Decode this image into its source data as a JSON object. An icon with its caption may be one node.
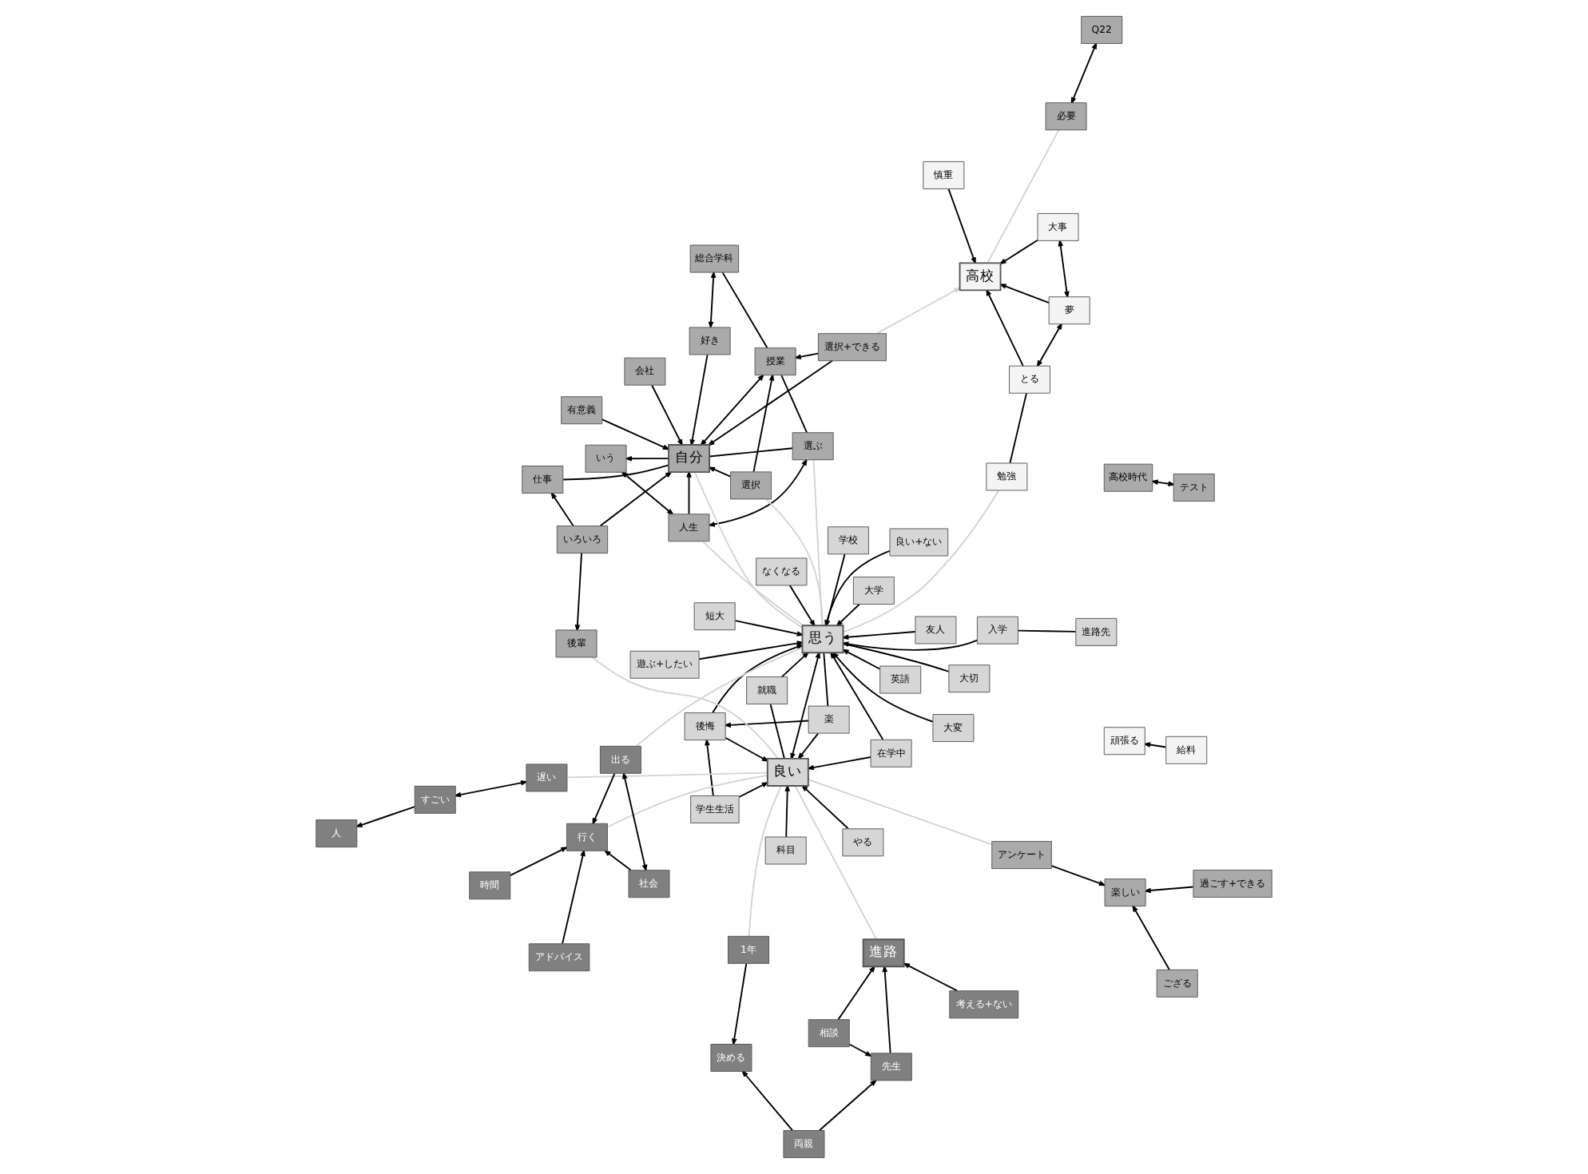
{
  "diagram": {
    "nodes": [
      {
        "text": [
          "遊ぶ+したい"
        ]
      },
      {
        "text": [
          "進路先"
        ]
      },
      {
        "text": [
          "在学中"
        ]
      },
      {
        "text": [
          "入学"
        ]
      },
      {
        "text": [
          "大学"
        ]
      },
      {
        "text": [
          "就職"
        ]
      },
      {
        "text": [
          "相談"
        ]
      },
      {
        "text": [
          "考える+ない"
        ]
      },
      {
        "text": [
          "科目"
        ]
      },
      {
        "text": [
          "英語"
        ]
      },
      {
        "text": [
          "先生"
        ]
      },
      {
        "text": [
          "思う"
        ]
      },
      {
        "text": [
          "友人"
        ]
      },
      {
        "text": [
          "両親"
        ]
      },
      {
        "text": [
          "学生生活"
        ]
      },
      {
        "text": [
          "良い"
        ]
      },
      {
        "text": [
          "大変"
        ]
      },
      {
        "text": [
          "1年"
        ]
      },
      {
        "text": [
          "頑張る"
        ]
      },
      {
        "text": [
          "人"
        ]
      },
      {
        "text": [
          "進路"
        ]
      },
      {
        "text": [
          "短大"
        ]
      },
      {
        "text": [
          "後悔"
        ]
      },
      {
        "text": [
          "なくなる"
        ]
      },
      {
        "text": [
          "やる"
        ]
      },
      {
        "text": [
          "遅い"
        ]
      },
      {
        "text": [
          "決める"
        ]
      },
      {
        "text": [
          "良い+ない"
        ]
      },
      {
        "text": [
          "給料"
        ]
      },
      {
        "text": [
          "すごい"
        ]
      },
      {
        "text": [
          "アンケート"
        ]
      },
      {
        "text": [
          "大切"
        ]
      },
      {
        "text": [
          "楽"
        ]
      },
      {
        "text": [
          "学校"
        ]
      },
      {
        "text": [
          "アドバイス"
        ]
      },
      {
        "text": [
          "行く"
        ]
      },
      {
        "text": [
          "楽しい"
        ]
      },
      {
        "text": [
          "ござる"
        ]
      },
      {
        "text": [
          "高校時代"
        ]
      },
      {
        "text": [
          "選ぶ"
        ]
      },
      {
        "text": [
          "好き"
        ]
      },
      {
        "text": [
          "勉強"
        ]
      },
      {
        "text": [
          "時間"
        ]
      },
      {
        "text": [
          "人生"
        ]
      },
      {
        "text": [
          "いう"
        ]
      },
      {
        "text": [
          "有意義"
        ]
      },
      {
        "text": [
          "総合学科"
        ]
      },
      {
        "text": [
          "出る"
        ]
      },
      {
        "text": [
          "いろいろ"
        ]
      },
      {
        "text": [
          "過ごす+できる"
        ]
      },
      {
        "text": [
          "とる"
        ]
      },
      {
        "text": [
          "授業"
        ]
      },
      {
        "text": [
          "自分"
        ]
      },
      {
        "text": [
          "選択"
        ]
      },
      {
        "text": [
          "テスト"
        ]
      },
      {
        "text": [
          "社会"
        ]
      },
      {
        "text": [
          "夢"
        ]
      },
      {
        "text": [
          "後輩"
        ]
      },
      {
        "text": [
          "慎重"
        ]
      },
      {
        "text": [
          "仕事"
        ]
      },
      {
        "text": [
          "選択+できる"
        ]
      },
      {
        "text": [
          "高校"
        ]
      },
      {
        "text": [
          "必要"
        ]
      },
      {
        "text": [
          "大事"
        ]
      },
      {
        "text": [
          "会社"
        ]
      },
      {
        "text": [
          "Q22"
        ]
      }
    ],
    "edges": [
      {
        "from": 0,
        "to": 11,
        "arrow": "to"
      },
      {
        "from": 1,
        "to": 3,
        "arrow": "none"
      },
      {
        "from": 3,
        "to": 11,
        "arrow": "to"
      },
      {
        "from": 4,
        "to": 11,
        "arrow": "to"
      },
      {
        "from": 2,
        "to": 15,
        "arrow": "to"
      },
      {
        "from": 2,
        "to": 11,
        "arrow": "to"
      },
      {
        "from": 5,
        "to": 11,
        "arrow": "to"
      },
      {
        "from": 5,
        "to": 15,
        "arrow": "none"
      },
      {
        "from": 8,
        "to": 15,
        "arrow": "to"
      },
      {
        "from": 9,
        "to": 11,
        "arrow": "to"
      },
      {
        "from": 6,
        "to": 10,
        "arrow": "to"
      },
      {
        "from": 6,
        "to": 20,
        "arrow": "to"
      },
      {
        "from": 7,
        "to": 20,
        "arrow": "to"
      },
      {
        "from": 13,
        "to": 10,
        "arrow": "to"
      },
      {
        "from": 13,
        "to": 26,
        "arrow": "to"
      },
      {
        "from": 10,
        "to": 20,
        "arrow": "to"
      },
      {
        "from": 17,
        "to": 26,
        "arrow": "to"
      },
      {
        "from": 14,
        "to": 15,
        "arrow": "to"
      },
      {
        "from": 14,
        "to": 22,
        "arrow": "to"
      },
      {
        "from": 12,
        "to": 11,
        "arrow": "to"
      },
      {
        "from": 16,
        "to": 11,
        "arrow": "to"
      },
      {
        "from": 21,
        "to": 11,
        "arrow": "to"
      },
      {
        "from": 27,
        "to": 11,
        "arrow": "to"
      },
      {
        "from": 23,
        "to": 11,
        "arrow": "to"
      },
      {
        "from": 31,
        "to": 11,
        "arrow": "none"
      },
      {
        "from": 33,
        "to": 11,
        "arrow": "to"
      },
      {
        "from": 24,
        "to": 15,
        "arrow": "to"
      },
      {
        "from": 32,
        "to": 15,
        "arrow": "to"
      },
      {
        "from": 32,
        "to": 22,
        "arrow": "to"
      },
      {
        "from": 32,
        "to": 11,
        "arrow": "none"
      },
      {
        "from": 22,
        "to": 15,
        "arrow": "to"
      },
      {
        "from": 22,
        "to": 11,
        "arrow": "to"
      },
      {
        "from": 15,
        "to": 11,
        "arrow": "both"
      },
      {
        "from": 28,
        "to": 18,
        "arrow": "to"
      },
      {
        "from": 29,
        "to": 19,
        "arrow": "to"
      },
      {
        "from": 29,
        "to": 25,
        "arrow": "both"
      },
      {
        "from": 30,
        "to": 36,
        "arrow": "to"
      },
      {
        "from": 37,
        "to": 36,
        "arrow": "to"
      },
      {
        "from": 49,
        "to": 36,
        "arrow": "to"
      },
      {
        "from": 34,
        "to": 35,
        "arrow": "to"
      },
      {
        "from": 42,
        "to": 35,
        "arrow": "to"
      },
      {
        "from": 47,
        "to": 35,
        "arrow": "to"
      },
      {
        "from": 55,
        "to": 35,
        "arrow": "to"
      },
      {
        "from": 55,
        "to": 47,
        "arrow": "both"
      },
      {
        "from": 38,
        "to": 54,
        "arrow": "both"
      },
      {
        "from": 41,
        "to": 50,
        "arrow": "none"
      },
      {
        "from": 50,
        "to": 56,
        "arrow": "both"
      },
      {
        "from": 50,
        "to": 61,
        "arrow": "to"
      },
      {
        "from": 56,
        "to": 61,
        "arrow": "to"
      },
      {
        "from": 58,
        "to": 61,
        "arrow": "to"
      },
      {
        "from": 56,
        "to": 63,
        "arrow": "both"
      },
      {
        "from": 63,
        "to": 61,
        "arrow": "to"
      },
      {
        "from": 48,
        "to": 57,
        "arrow": "to"
      },
      {
        "from": 48,
        "to": 52,
        "arrow": "to"
      },
      {
        "from": 48,
        "to": 59,
        "arrow": "to"
      },
      {
        "from": 39,
        "to": 43,
        "arrow": "both"
      },
      {
        "from": 39,
        "to": 51,
        "arrow": "none"
      },
      {
        "from": 39,
        "to": 52,
        "arrow": "none"
      },
      {
        "from": 40,
        "to": 52,
        "arrow": "to"
      },
      {
        "from": 40,
        "to": 46,
        "arrow": "both"
      },
      {
        "from": 44,
        "to": 43,
        "arrow": "both"
      },
      {
        "from": 52,
        "to": 44,
        "arrow": "to"
      },
      {
        "from": 43,
        "to": 52,
        "arrow": "to"
      },
      {
        "from": 45,
        "to": 52,
        "arrow": "to"
      },
      {
        "from": 53,
        "to": 52,
        "arrow": "to"
      },
      {
        "from": 53,
        "to": 51,
        "arrow": "to"
      },
      {
        "from": 60,
        "to": 52,
        "arrow": "to"
      },
      {
        "from": 60,
        "to": 51,
        "arrow": "to"
      },
      {
        "from": 64,
        "to": 52,
        "arrow": "to"
      },
      {
        "from": 59,
        "to": 52,
        "arrow": "none"
      },
      {
        "from": 51,
        "to": 52,
        "arrow": "both"
      },
      {
        "from": 46,
        "to": 51,
        "arrow": "none"
      },
      {
        "from": 62,
        "to": 65,
        "arrow": "both"
      },
      {
        "from": 60,
        "to": 61,
        "arrow": "to",
        "color": "#d3d3d3"
      },
      {
        "from": 62,
        "to": 61,
        "arrow": "none",
        "color": "#d3d3d3"
      },
      {
        "from": 17,
        "to": 15,
        "arrow": "none",
        "color": "#d3d3d3"
      },
      {
        "from": 25,
        "to": 15,
        "arrow": "none",
        "color": "#d3d3d3"
      },
      {
        "from": 20,
        "to": 15,
        "arrow": "none",
        "color": "#d3d3d3"
      },
      {
        "from": 30,
        "to": 15,
        "arrow": "none",
        "color": "#d3d3d3"
      },
      {
        "from": 35,
        "to": 15,
        "arrow": "none",
        "color": "#d3d3d3"
      },
      {
        "from": 41,
        "to": 11,
        "arrow": "none",
        "color": "#d3d3d3"
      },
      {
        "from": 57,
        "to": 15,
        "arrow": "none",
        "color": "#d3d3d3"
      },
      {
        "from": 47,
        "to": 11,
        "arrow": "none",
        "color": "#d3d3d3"
      },
      {
        "from": 52,
        "to": 11,
        "arrow": "none",
        "color": "#d3d3d3"
      },
      {
        "from": 39,
        "to": 11,
        "arrow": "none",
        "color": "#d3d3d3"
      },
      {
        "from": 43,
        "to": 11,
        "arrow": "none",
        "color": "#d3d3d3"
      },
      {
        "from": 53,
        "to": 11,
        "arrow": "none",
        "color": "#d3d3d3"
      }
    ]
  }
}
